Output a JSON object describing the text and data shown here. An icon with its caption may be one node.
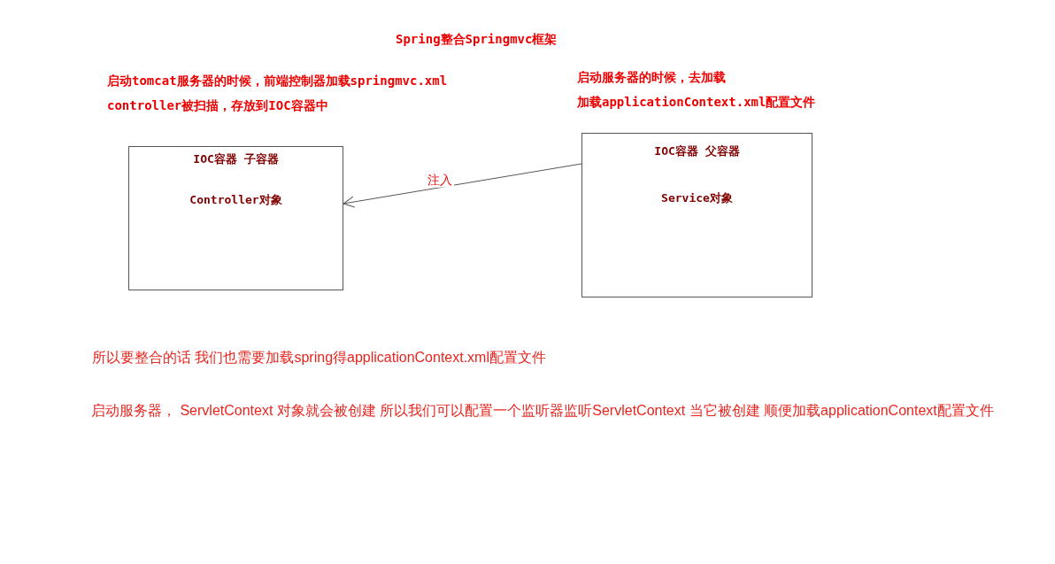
{
  "diagram": {
    "title": "Spring整合Springmvc框架",
    "nodes": [
      {
        "text": [
          "IOC容器 子容器",
          "Controller对象"
        ]
      },
      {
        "text": [
          "IOC容器 父容器",
          "Service对象"
        ]
      }
    ],
    "edges": [
      {
        "from": 1,
        "to": 0,
        "arrow": "to",
        "label": "注入"
      }
    ],
    "labels": [
      "启动tomcat服务器的时候，前端控制器加载springmvc.xml",
      "controller被扫描，存放到IOC容器中",
      "启动服务器的时候，去加载",
      "加载applicationContext.xml配置文件",
      "所以要整合的话 我们也需要加载spring得applicationContext.xml配置文件",
      "启动服务器， ServletContext 对象就会被创建 所以我们可以配置一个监听器监听ServletContext 当它被创建 顺便加载applicationContext配置文件"
    ]
  }
}
